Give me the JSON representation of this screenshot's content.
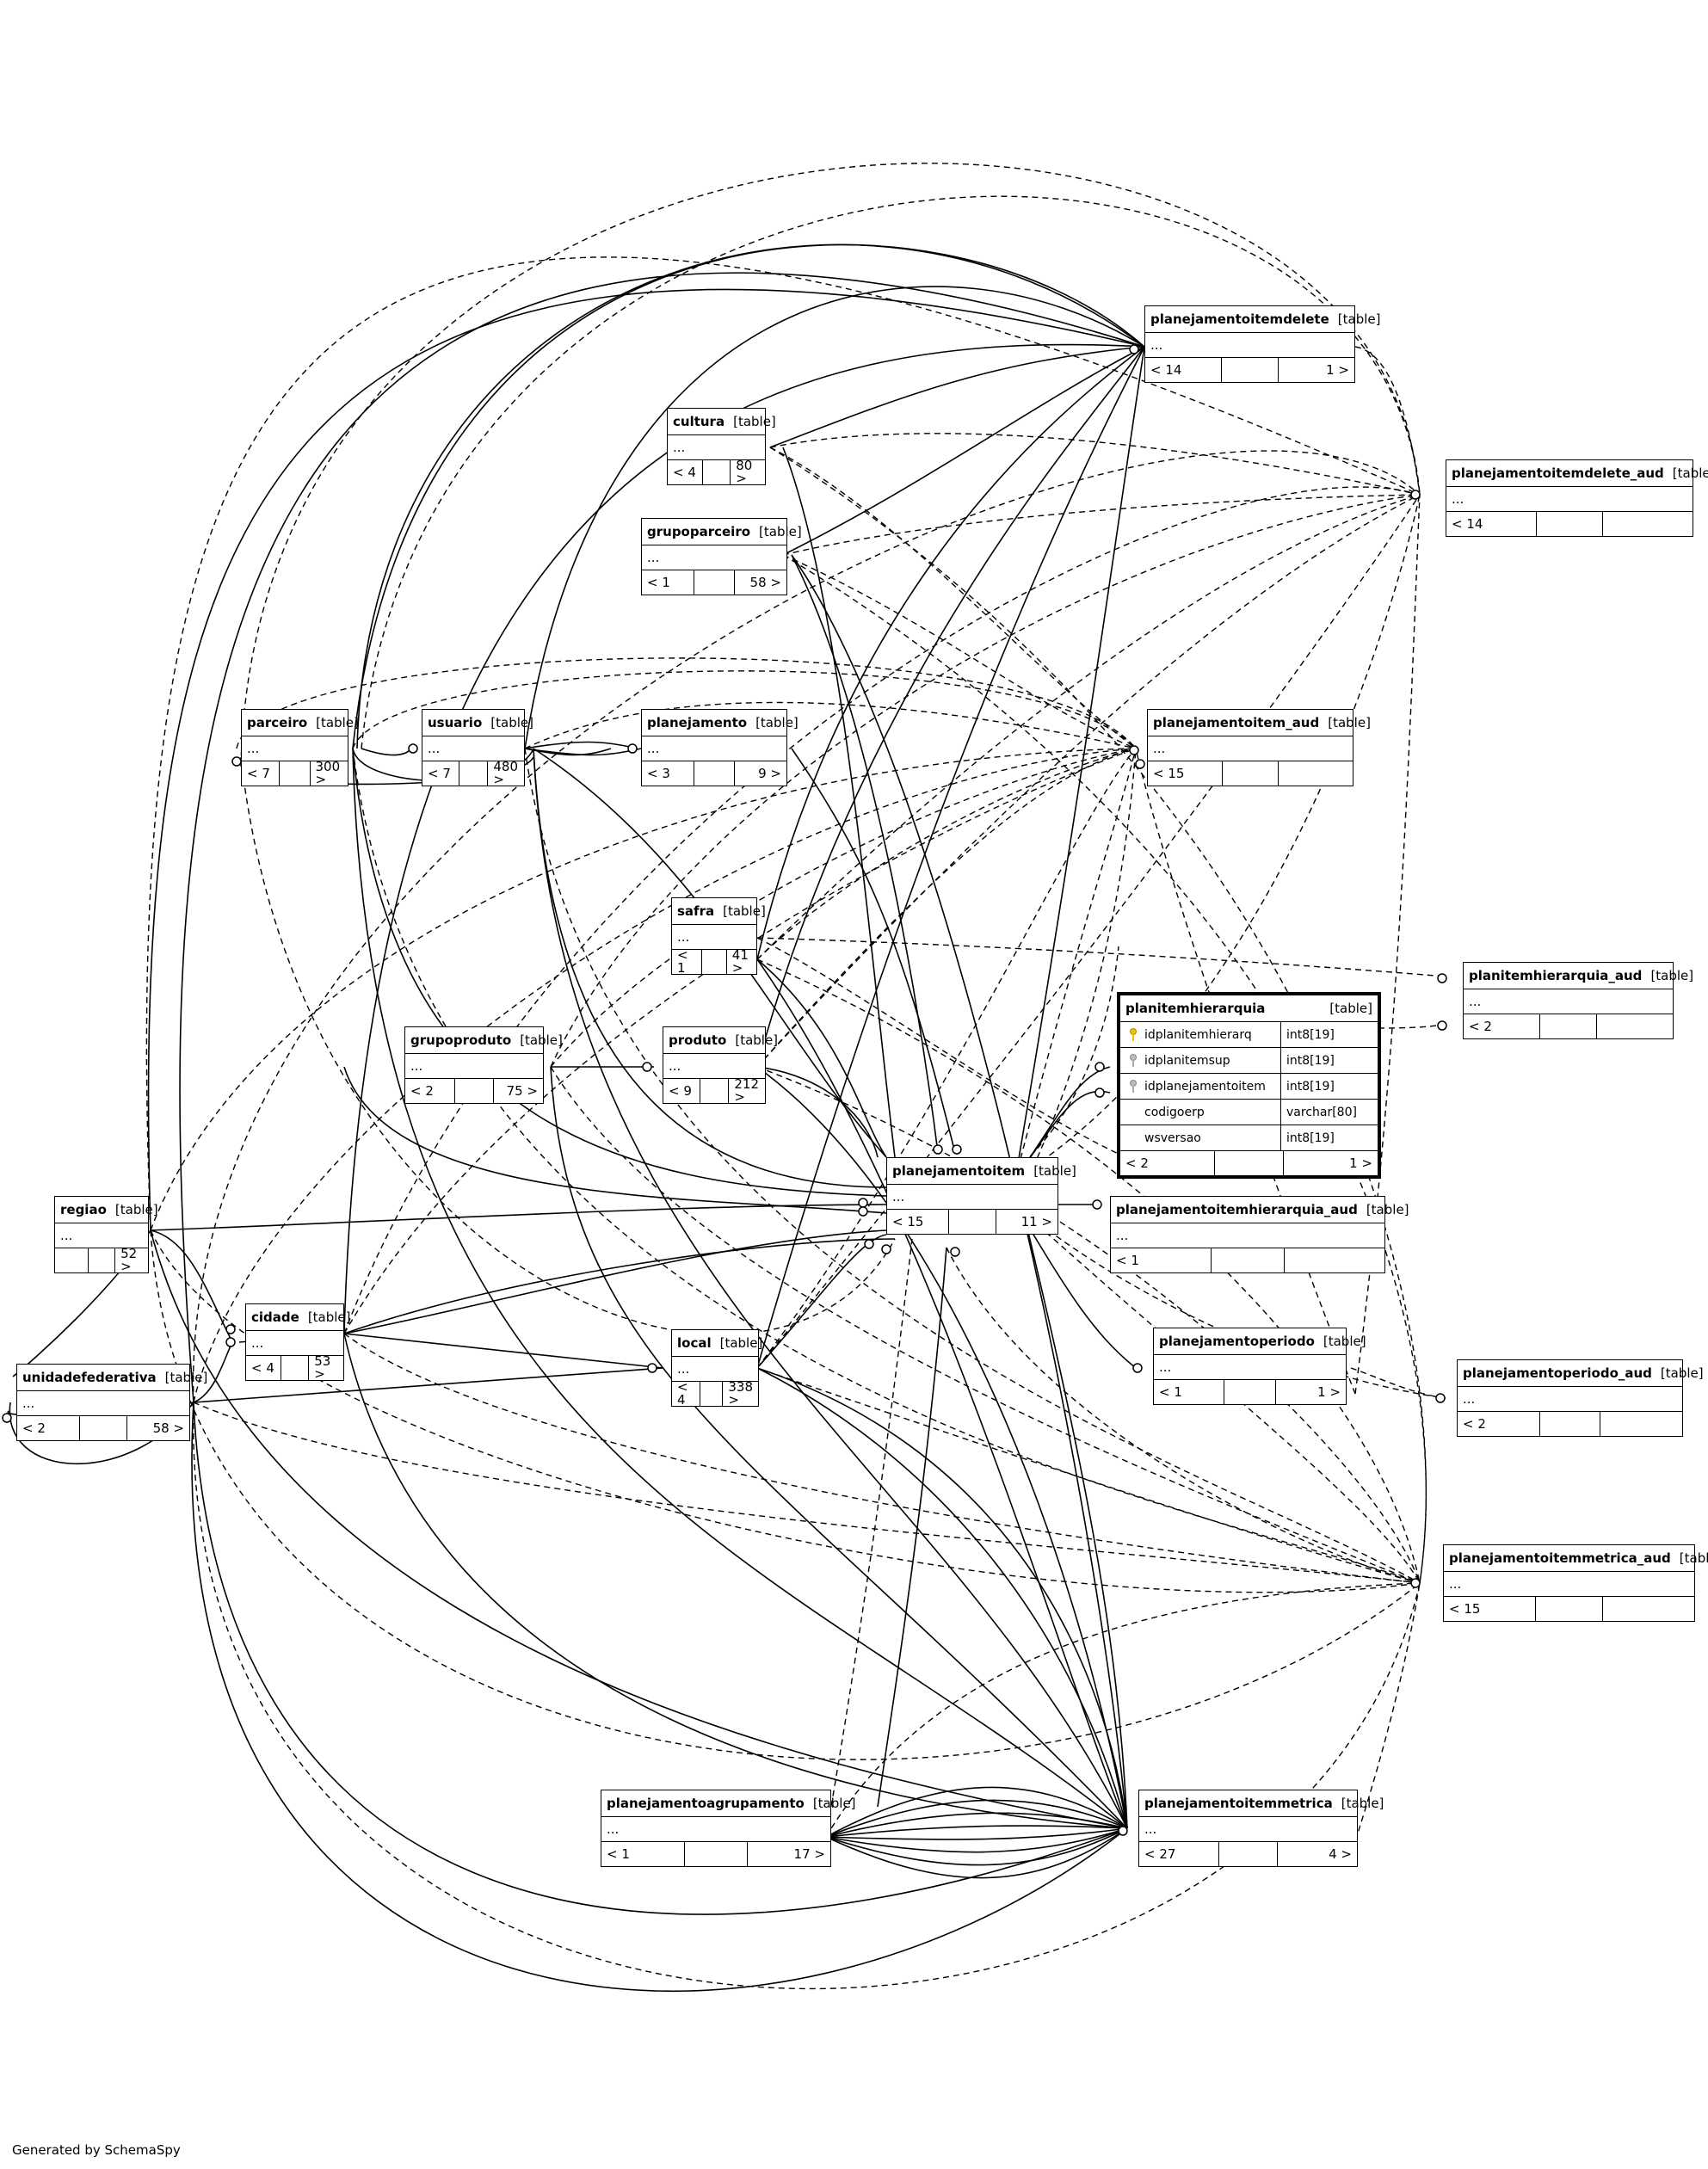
{
  "credit": "Generated by SchemaSpy",
  "tables": {
    "planejamentoitemdelete": {
      "name": "planejamentoitemdelete",
      "type": "[table]",
      "ellipsis": "...",
      "parents": "< 14",
      "mid": "",
      "children": "1 >"
    },
    "planejamentoitemdelete_aud": {
      "name": "planejamentoitemdelete_aud",
      "type": "[table]",
      "ellipsis": "...",
      "parents": "< 14",
      "mid": "",
      "children": ""
    },
    "cultura": {
      "name": "cultura",
      "type": "[table]",
      "ellipsis": "...",
      "parents": "< 4",
      "mid": "",
      "children": "80 >"
    },
    "grupoparceiro": {
      "name": "grupoparceiro",
      "type": "[table]",
      "ellipsis": "...",
      "parents": "< 1",
      "mid": "",
      "children": "58 >"
    },
    "parceiro": {
      "name": "parceiro",
      "type": "[table]",
      "ellipsis": "...",
      "parents": "< 7",
      "mid": "",
      "children": "300 >"
    },
    "usuario": {
      "name": "usuario",
      "type": "[table]",
      "ellipsis": "...",
      "parents": "< 7",
      "mid": "",
      "children": "480 >"
    },
    "planejamento": {
      "name": "planejamento",
      "type": "[table]",
      "ellipsis": "...",
      "parents": "< 3",
      "mid": "",
      "children": "9 >"
    },
    "planejamentoitem_aud": {
      "name": "planejamentoitem_aud",
      "type": "[table]",
      "ellipsis": "...",
      "parents": "< 15",
      "mid": "",
      "children": ""
    },
    "safra": {
      "name": "safra",
      "type": "[table]",
      "ellipsis": "...",
      "parents": "< 1",
      "mid": "",
      "children": "41 >"
    },
    "planitemhierarquia_aud": {
      "name": "planitemhierarquia_aud",
      "type": "[table]",
      "ellipsis": "...",
      "parents": "< 2",
      "mid": "",
      "children": ""
    },
    "grupoproduto": {
      "name": "grupoproduto",
      "type": "[table]",
      "ellipsis": "...",
      "parents": "< 2",
      "mid": "",
      "children": "75 >"
    },
    "produto": {
      "name": "produto",
      "type": "[table]",
      "ellipsis": "...",
      "parents": "< 9",
      "mid": "",
      "children": "212 >"
    },
    "planejamentoitem": {
      "name": "planejamentoitem",
      "type": "[table]",
      "ellipsis": "...",
      "parents": "< 15",
      "mid": "",
      "children": "11 >"
    },
    "planejamentoitemhierarquia_aud": {
      "name": "planejamentoitemhierarquia_aud",
      "type": "[table]",
      "ellipsis": "...",
      "parents": "< 1",
      "mid": "",
      "children": ""
    },
    "regiao": {
      "name": "regiao",
      "type": "[table]",
      "ellipsis": "...",
      "parents": "",
      "mid": "",
      "children": "52 >"
    },
    "cidade": {
      "name": "cidade",
      "type": "[table]",
      "ellipsis": "...",
      "parents": "< 4",
      "mid": "",
      "children": "53 >"
    },
    "local": {
      "name": "local",
      "type": "[table]",
      "ellipsis": "...",
      "parents": "< 4",
      "mid": "",
      "children": "338 >"
    },
    "planejamentoperiodo": {
      "name": "planejamentoperiodo",
      "type": "[table]",
      "ellipsis": "...",
      "parents": "< 1",
      "mid": "",
      "children": "1 >"
    },
    "planejamentoperiodo_aud": {
      "name": "planejamentoperiodo_aud",
      "type": "[table]",
      "ellipsis": "...",
      "parents": "< 2",
      "mid": "",
      "children": ""
    },
    "unidadefederativa": {
      "name": "unidadefederativa",
      "type": "[table]",
      "ellipsis": "...",
      "parents": "< 2",
      "mid": "",
      "children": "58 >"
    },
    "planejamentoitemmetrica_aud": {
      "name": "planejamentoitemmetrica_aud",
      "type": "[table]",
      "ellipsis": "...",
      "parents": "< 15",
      "mid": "",
      "children": ""
    },
    "planejamentoagrupamento": {
      "name": "planejamentoagrupamento",
      "type": "[table]",
      "ellipsis": "...",
      "parents": "< 1",
      "mid": "",
      "children": "17 >"
    },
    "planejamentoitemmetrica": {
      "name": "planejamentoitemmetrica",
      "type": "[table]",
      "ellipsis": "...",
      "parents": "< 27",
      "mid": "",
      "children": "4 >"
    }
  },
  "focus": {
    "name": "planitemhierarquia",
    "type": "[table]",
    "columns": [
      {
        "name": "idplanitemhierarq",
        "type": "int8[19]",
        "key": "primary-key-icon"
      },
      {
        "name": "idplanitemsup",
        "type": "int8[19]",
        "key": "foreign-key-icon"
      },
      {
        "name": "idplanejamentoitem",
        "type": "int8[19]",
        "key": "foreign-key-icon"
      },
      {
        "name": "codigoerp",
        "type": "varchar[80]",
        "key": ""
      },
      {
        "name": "wsversao",
        "type": "int8[19]",
        "key": ""
      }
    ],
    "parents": "< 2",
    "children": "1 >"
  },
  "colors": {
    "line": "#000000",
    "pk": "#f2c200",
    "fk": "#999999"
  }
}
